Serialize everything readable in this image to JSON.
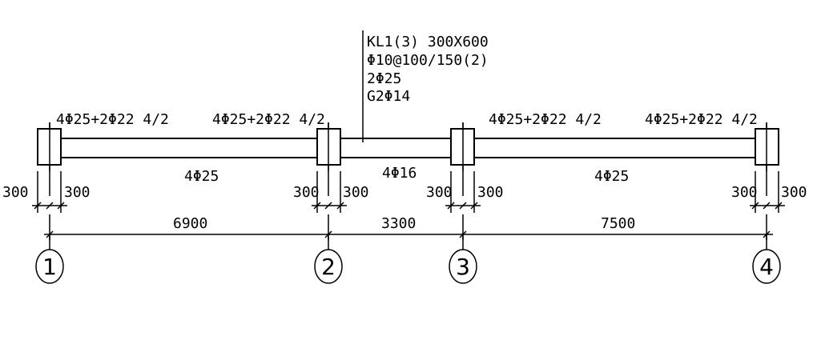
{
  "beam_annotation": {
    "lines": [
      "KL1(3) 300X600",
      "Φ10@100/150(2)",
      "2Φ25",
      "G2Φ14"
    ]
  },
  "top_reinforcement": {
    "left": "4Φ25+2Φ22 4/2",
    "mid_left": "4Φ25+2Φ22 4/2",
    "mid_right": "4Φ25+2Φ22 4/2",
    "right": "4Φ25+2Φ22 4/2"
  },
  "bottom_reinforcement": {
    "span1": "4Φ25",
    "span2": "4Φ16",
    "span3": "4Φ25"
  },
  "column_offsets": {
    "c1_left": "300",
    "c1_right": "300",
    "c2_left": "300",
    "c2_right": "300",
    "c3_left": "300",
    "c3_right": "300",
    "c4_left": "300",
    "c4_right": "300"
  },
  "span_lengths": {
    "span1": "6900",
    "span2": "3300",
    "span3": "7500"
  },
  "axis_labels": {
    "a1": "1",
    "a2": "2",
    "a3": "3",
    "a4": "4"
  },
  "colors": {
    "line": "#000000",
    "background": "#ffffff"
  }
}
